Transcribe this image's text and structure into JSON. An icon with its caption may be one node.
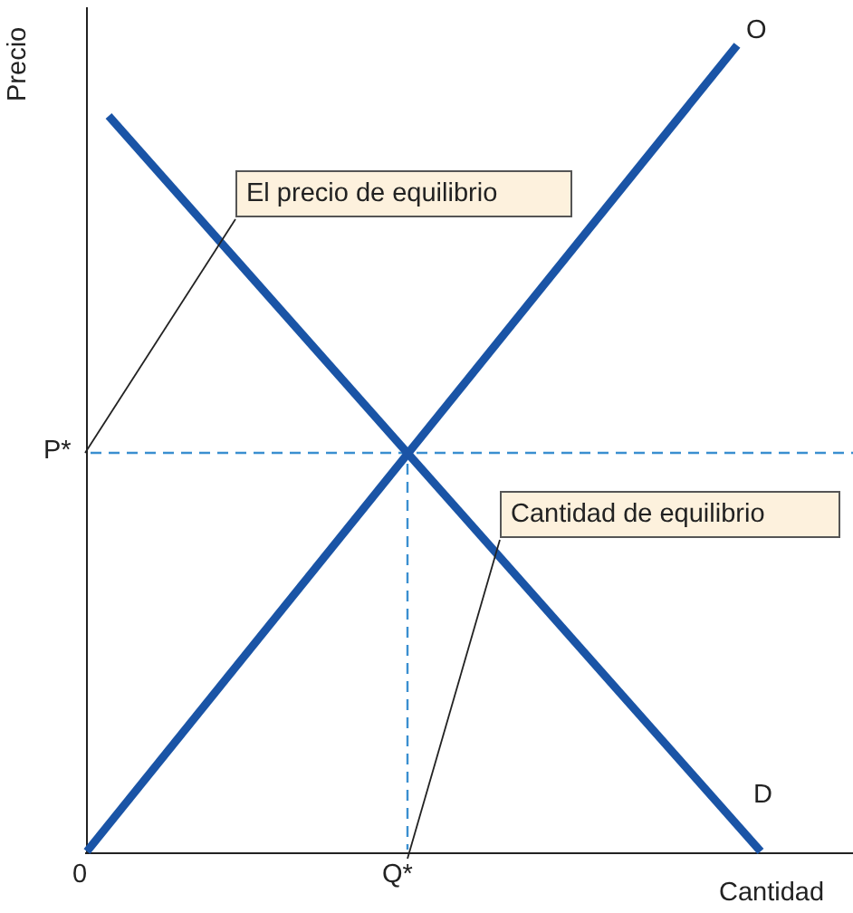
{
  "diagram": {
    "nodes": [
      {
        "text": [
          "El precio de equilibrio"
        ]
      },
      {
        "text": [
          "Cantidad de equilibrio"
        ]
      },
      {
        "text": [
          "P*"
        ]
      },
      {
        "text": [
          "Q*"
        ]
      }
    ],
    "edges": [
      {
        "from": 0,
        "to": 2,
        "arrow": "none"
      },
      {
        "from": 1,
        "to": 3,
        "arrow": "none"
      }
    ],
    "labels": [
      "Precio",
      "O",
      "D",
      "0",
      "Cantidad"
    ]
  }
}
